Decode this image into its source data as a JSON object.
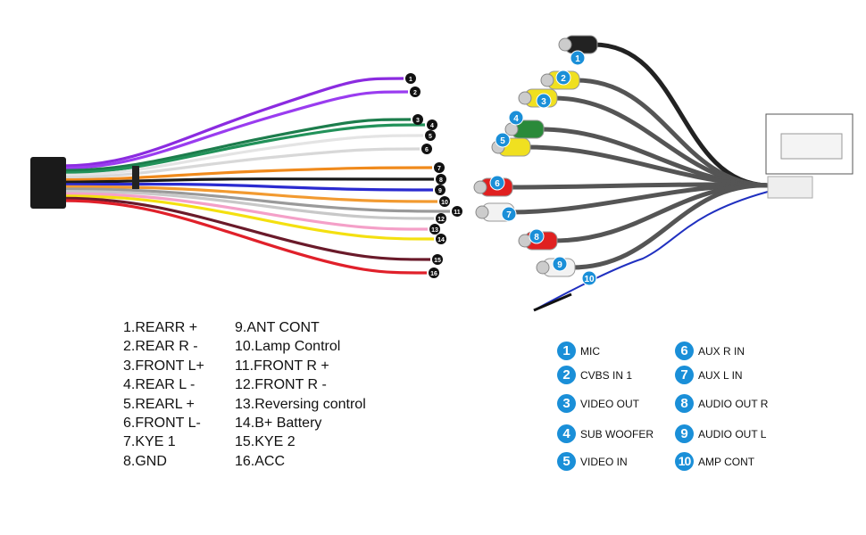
{
  "harness_legend": [
    "1.REARR +",
    "2.REAR R -",
    "3.FRONT L+",
    "4.REAR L -",
    "5.REARL +",
    "6.FRONT L-",
    "7.KYE 1",
    "8.GND",
    "9.ANT CONT",
    "10.Lamp Control",
    "11.FRONT R +",
    "12.FRONT R -",
    "13.Reversing control",
    "14.B+ Battery",
    "15.KYE 2",
    "16.ACC"
  ],
  "harness_wires": [
    {
      "n": "1",
      "color": "#8b2be0"
    },
    {
      "n": "2",
      "color": "#9a3cf0"
    },
    {
      "n": "3",
      "color": "#1c7d4c"
    },
    {
      "n": "4",
      "color": "#22925a"
    },
    {
      "n": "5",
      "color": "#e4e4e4"
    },
    {
      "n": "6",
      "color": "#d8d8d8"
    },
    {
      "n": "7",
      "color": "#f08a1c"
    },
    {
      "n": "8",
      "color": "#1a1a1a"
    },
    {
      "n": "9",
      "color": "#2a2ad0"
    },
    {
      "n": "10",
      "color": "#f29a30"
    },
    {
      "n": "11",
      "color": "#9a9a9a"
    },
    {
      "n": "12",
      "color": "#c8c8c8"
    },
    {
      "n": "13",
      "color": "#f4a0c8"
    },
    {
      "n": "14",
      "color": "#f4e010"
    },
    {
      "n": "15",
      "color": "#6a1a2a"
    },
    {
      "n": "16",
      "color": "#e0202a"
    }
  ],
  "rca_legend": [
    {
      "n": "1",
      "label": "MIC"
    },
    {
      "n": "2",
      "label": "CVBS IN 1"
    },
    {
      "n": "3",
      "label": "VIDEO OUT"
    },
    {
      "n": "4",
      "label": "SUB WOOFER"
    },
    {
      "n": "5",
      "label": "VIDEO IN"
    },
    {
      "n": "6",
      "label": "AUX R IN"
    },
    {
      "n": "7",
      "label": "AUX L IN"
    },
    {
      "n": "8",
      "label": "AUDIO OUT R"
    },
    {
      "n": "9",
      "label": "AUDIO OUT L"
    },
    {
      "n": "10",
      "label": "AMP CONT"
    }
  ],
  "colors": {
    "badge": "#1a8fd8"
  }
}
